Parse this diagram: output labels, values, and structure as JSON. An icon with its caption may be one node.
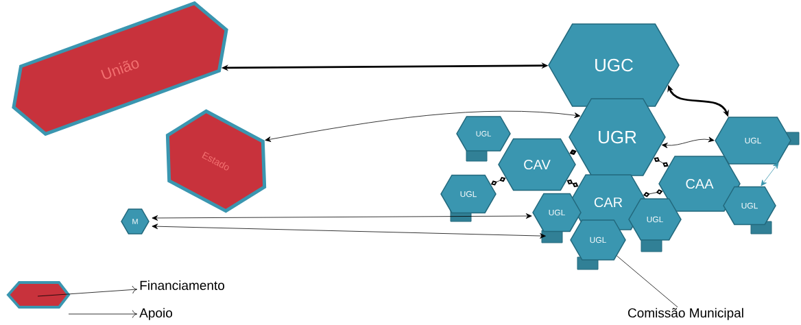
{
  "diagram": {
    "nodes": [
      {
        "text": [
          "União"
        ]
      },
      {
        "text": [
          "Estado"
        ]
      },
      {
        "text": [
          "M"
        ]
      },
      {
        "text": [
          "UGC"
        ]
      },
      {
        "text": [
          "UGR"
        ]
      },
      {
        "text": [
          "UGL"
        ]
      },
      {
        "text": [
          "CAV"
        ]
      },
      {
        "text": [
          "UGL"
        ]
      },
      {
        "text": [
          "CAA"
        ]
      },
      {
        "text": [
          "UGL"
        ]
      },
      {
        "text": [
          "CAR"
        ]
      },
      {
        "text": [
          "UGL"
        ]
      },
      {
        "text": [
          "UGL"
        ]
      },
      {
        "text": [
          "UGL"
        ]
      },
      {
        "text": [
          "UGL"
        ]
      },
      {
        "text": [
          "Comissão Municipal"
        ]
      }
    ],
    "edges": [
      {
        "from": 0,
        "to": 3,
        "arrow": "both",
        "style": "thick"
      },
      {
        "from": 1,
        "to": 4,
        "arrow": "both"
      },
      {
        "from": 3,
        "to": 7,
        "arrow": "both",
        "style": "thick"
      },
      {
        "from": 4,
        "to": 7,
        "arrow": "both"
      },
      {
        "from": 4,
        "to": 6,
        "arrow": "other"
      },
      {
        "from": 6,
        "to": 10,
        "arrow": "other"
      },
      {
        "from": 4,
        "to": 8,
        "arrow": "other"
      },
      {
        "from": 10,
        "to": 8,
        "arrow": "other"
      },
      {
        "from": 6,
        "to": 9,
        "arrow": "other"
      },
      {
        "from": 7,
        "to": 14,
        "arrow": "both",
        "color": "#3a95ad"
      },
      {
        "from": 2,
        "to": 11,
        "arrow": "both"
      },
      {
        "from": 2,
        "to": 11,
        "arrow": "both"
      },
      {
        "from": 15,
        "to": 13,
        "arrow": "none"
      }
    ],
    "legend": [
      {
        "text": "Financiamento"
      },
      {
        "text": "Apoio"
      }
    ]
  }
}
